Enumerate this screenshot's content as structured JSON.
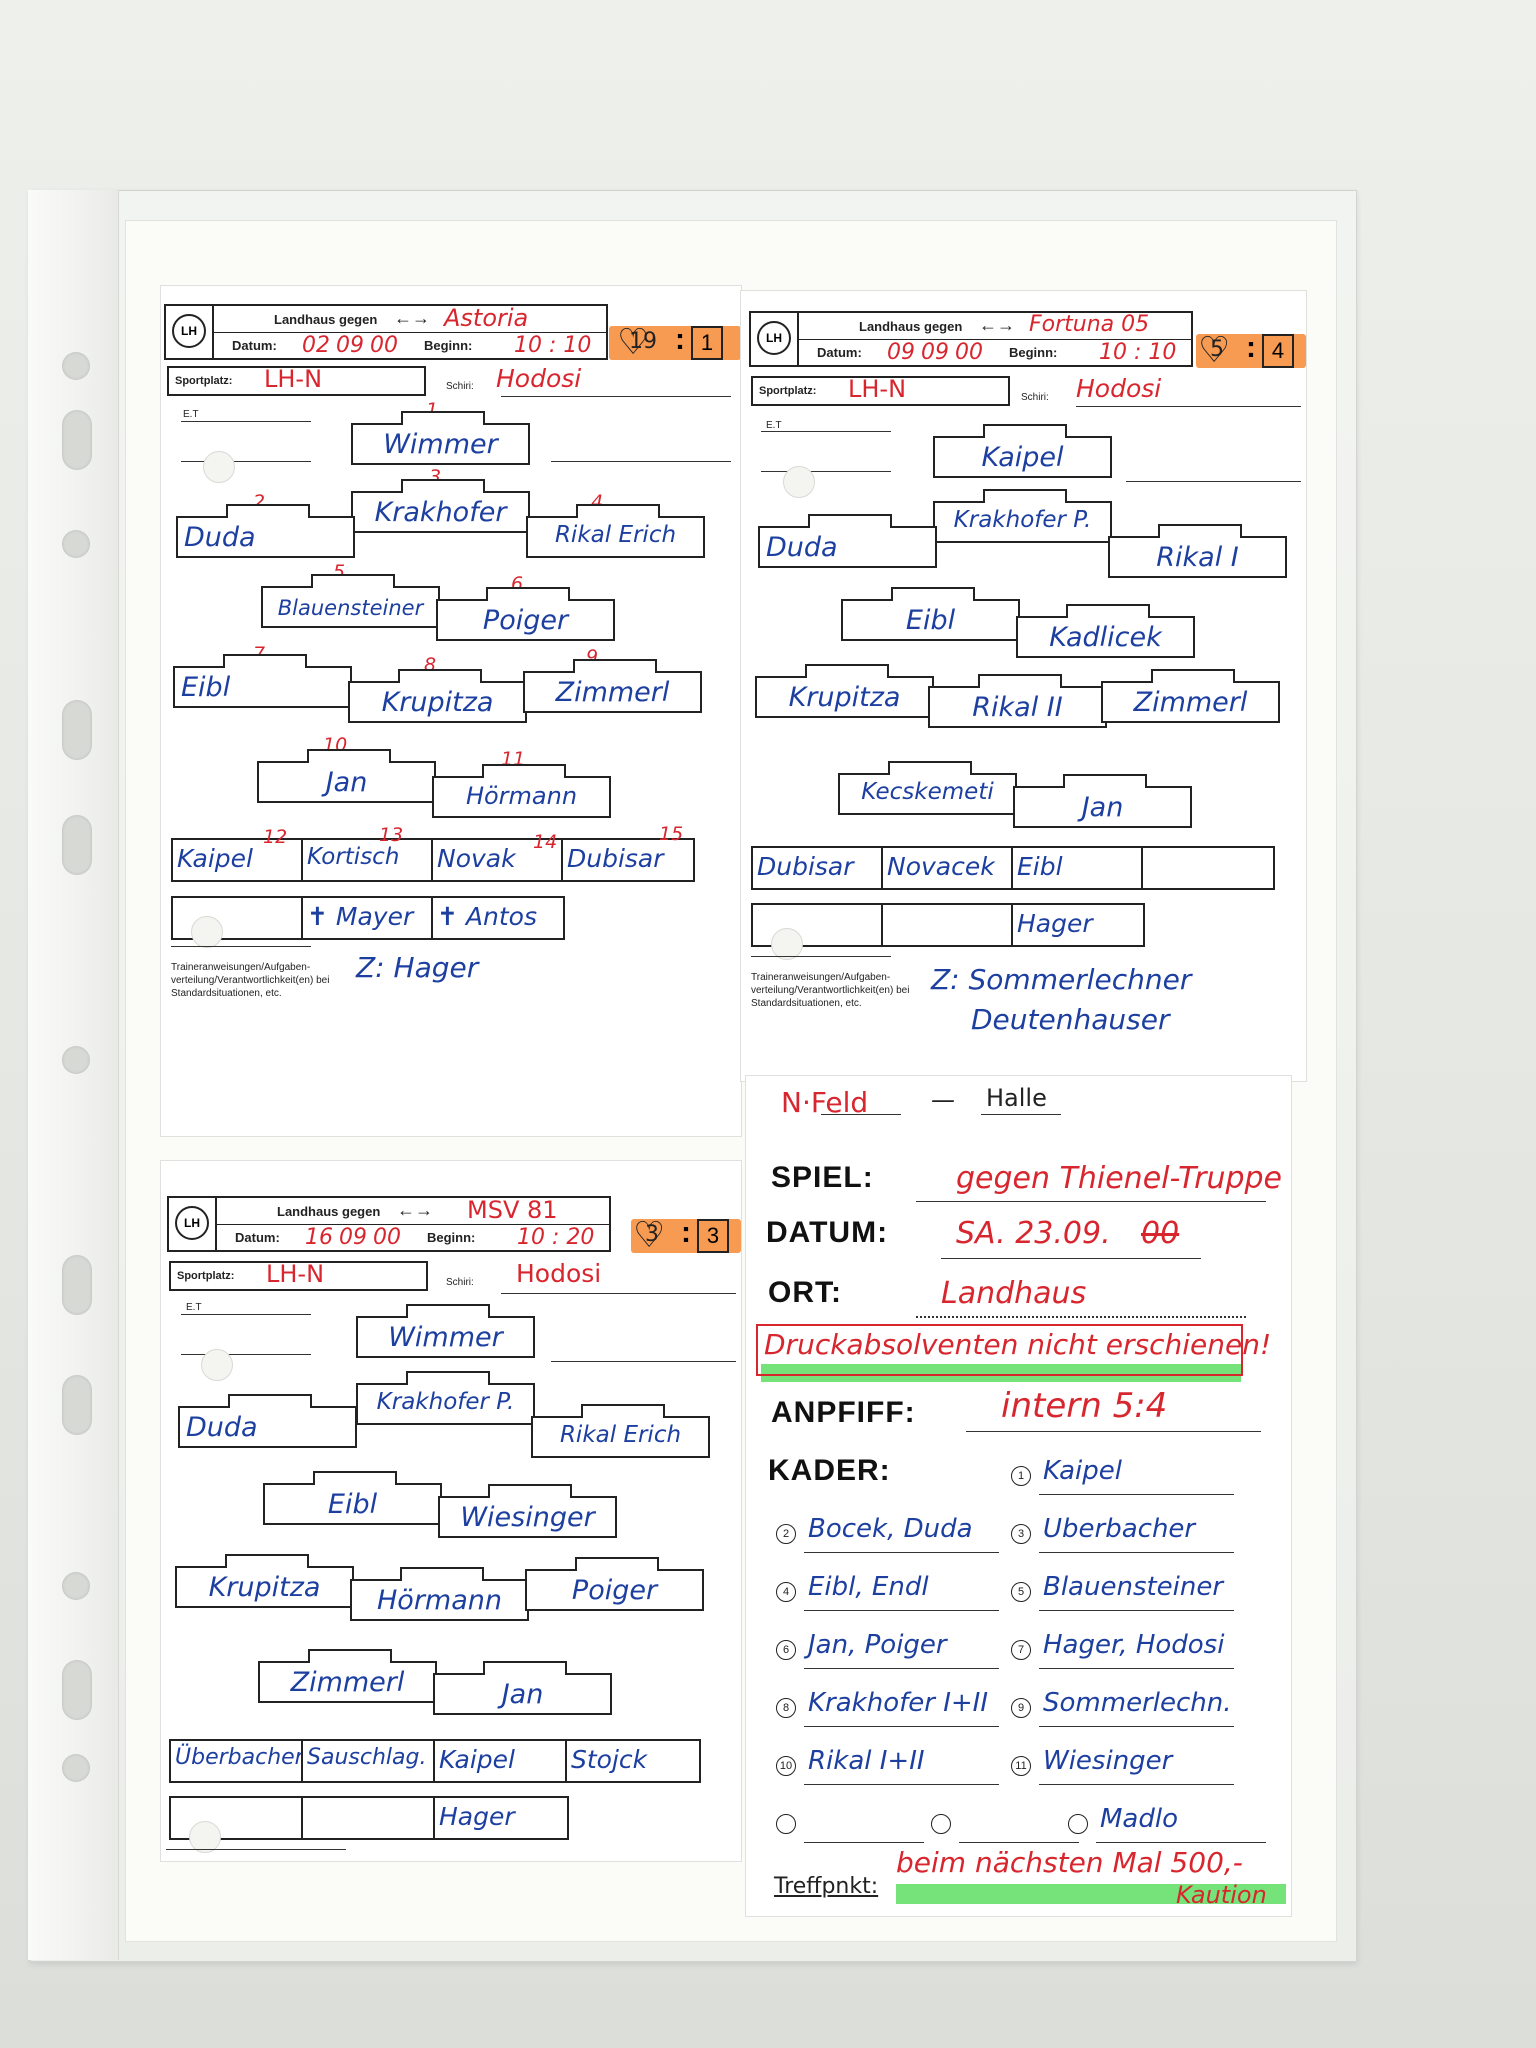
{
  "sheets": [
    {
      "opponent_label": "Landhaus gegen",
      "arrow": "←→",
      "opponent": "Astoria",
      "date_label": "Datum:",
      "date": [
        "02",
        "09",
        "00"
      ],
      "start_label": "Beginn:",
      "start": "10 : 10",
      "score_home": "19",
      "score_away": "1",
      "venue_label": "Sportplatz:",
      "venue": "LH-N",
      "ref_label": "Schiri:",
      "ref": "Hodosi",
      "et_label": "E.T",
      "players": [
        "Wimmer",
        "Duda",
        "Krakhofer",
        "Rikal Erich",
        "Blauensteiner",
        "Poiger",
        "Eibl",
        "Krupitza",
        "Zimmerl",
        "Jan",
        "Hörmann"
      ],
      "positions": [
        "1",
        "2",
        "3",
        "4",
        "5",
        "6",
        "7",
        "8",
        "9",
        "10",
        "11"
      ],
      "bench": [
        "Kaipel",
        "Kortisch",
        "Novak",
        "Dubisar"
      ],
      "bench_numbers": [
        "12",
        "13",
        "14",
        "15"
      ],
      "extra": [
        "",
        "✝ Mayer",
        "✝ Antos"
      ],
      "notes_label": "Traineranweisungen/Aufgaben-verteilung/Verantwortlichkeit(en) bei Standardsituationen, etc.",
      "notes": [
        "Z: Hager"
      ]
    },
    {
      "opponent_label": "Landhaus gegen",
      "arrow": "←→",
      "opponent": "Fortuna 05",
      "date_label": "Datum:",
      "date": [
        "09",
        "09",
        "00"
      ],
      "start_label": "Beginn:",
      "start": "10 : 10",
      "score_home": "5",
      "score_away": "4",
      "venue_label": "Sportplatz:",
      "venue": "LH-N",
      "ref_label": "Schiri:",
      "ref": "Hodosi",
      "et_label": "E.T",
      "players": [
        "Kaipel",
        "Duda",
        "Krakhofer P.",
        "Rikal I",
        "Eibl",
        "Kadlicek",
        "Krupitza",
        "Rikal II",
        "Zimmerl",
        "Kecskemeti",
        "Jan"
      ],
      "bench": [
        "Dubisar",
        "Novacek",
        "Eibl",
        ""
      ],
      "extra": [
        "",
        "",
        "Hager"
      ],
      "notes_label": "Traineranweisungen/Aufgaben-verteilung/Verantwortlichkeit(en) bei Standardsituationen, etc.",
      "notes": [
        "Z: Sommerlechner",
        "Deutenhauser"
      ]
    },
    {
      "opponent_label": "Landhaus gegen",
      "arrow": "←→",
      "opponent": "MSV 81",
      "date_label": "Datum:",
      "date": [
        "16",
        "09",
        "00"
      ],
      "start_label": "Beginn:",
      "start": "10 : 20",
      "score_home": "3",
      "score_away": "3",
      "venue_label": "Sportplatz:",
      "venue": "LH-N",
      "ref_label": "Schiri:",
      "ref": "Hodosi",
      "et_label": "E.T",
      "players": [
        "Wimmer",
        "Duda",
        "Krakhofer P.",
        "Rikal Erich",
        "Eibl",
        "Wiesinger",
        "Krupitza",
        "Hörmann",
        "Poiger",
        "Zimmerl",
        "Jan"
      ],
      "bench": [
        "Überbacher",
        "Sauschlag.",
        "Kaipel",
        "Stojck"
      ],
      "extra": [
        "",
        "",
        "Hager"
      ]
    }
  ],
  "summary": {
    "n_feld": "N·Feld",
    "dash": "—",
    "halle": "Halle",
    "spiel_label": "SPIEL:",
    "spiel": "gegen Thienel-Truppe",
    "datum_label": "DATUM:",
    "datum": "SA. 23.09.",
    "datum_struck": "00",
    "ort_label": "ORT:",
    "ort": "Landhaus",
    "note": "Druckabsolventen nicht erschienen!",
    "anpfiff_label": "ANPFIFF:",
    "anpfiff": "intern 5:4",
    "kader_label": "KADER:",
    "kader": [
      {
        "n": "1",
        "name": "Kaipel"
      },
      {
        "n": "2",
        "name": "Bocek, Duda"
      },
      {
        "n": "3",
        "name": "Uberbacher"
      },
      {
        "n": "4",
        "name": "Eibl, Endl"
      },
      {
        "n": "5",
        "name": "Blauensteiner"
      },
      {
        "n": "6",
        "name": "Jan, Poiger"
      },
      {
        "n": "7",
        "name": "Hager, Hodosi"
      },
      {
        "n": "8",
        "name": "Krakhofer I+II"
      },
      {
        "n": "9",
        "name": "Sommerlechn."
      },
      {
        "n": "10",
        "name": "Rikal I+II"
      },
      {
        "n": "11",
        "name": "Wiesinger"
      },
      {
        "n": "",
        "name": ""
      },
      {
        "n": "",
        "name": ""
      },
      {
        "n": "",
        "name": "Madlo"
      }
    ],
    "treff_label": "Treffpnkt:",
    "treff": "beim nächsten Mal 500,-",
    "treff2": "Kaution"
  },
  "colors": {
    "ink_blue": "#1c3fa0",
    "ink_red": "#d8262f",
    "highlight_orange": "#f79a52",
    "highlight_green": "#5ede63"
  }
}
